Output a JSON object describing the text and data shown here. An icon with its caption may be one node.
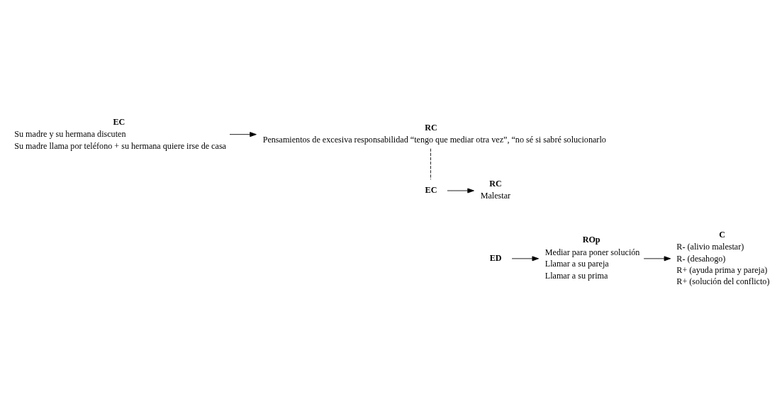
{
  "diagram": {
    "nodes": [
      {
        "text": [
          "EC",
          "Su madre y su hermana discuten",
          "Su madre llama por teléfono + su hermana quiere irse de casa"
        ]
      },
      {
        "text": [
          "RC",
          "Pensamientos de excesiva responsabilidad “tengo que mediar otra vez”, “no sé si sabré solucionarlo"
        ]
      },
      {
        "text": [
          "EC"
        ]
      },
      {
        "text": [
          "RC",
          "Malestar"
        ]
      },
      {
        "text": [
          "ED"
        ]
      },
      {
        "text": [
          "ROp",
          "Mediar para poner solución",
          "Llamar a su pareja",
          "Llamar a su prima"
        ]
      },
      {
        "text": [
          "C",
          "R- (alivio malestar)",
          "R- (desahogo)",
          "R+ (ayuda prima y pareja)",
          "R+ (solución del conflicto)"
        ]
      }
    ],
    "edges": [
      {
        "from": 0,
        "to": 1,
        "arrow": "to"
      },
      {
        "from": 1,
        "to": 2,
        "arrow": "none",
        "style": "dashed"
      },
      {
        "from": 2,
        "to": 3,
        "arrow": "to"
      },
      {
        "from": 4,
        "to": 5,
        "arrow": "to"
      },
      {
        "from": 5,
        "to": 6,
        "arrow": "to"
      }
    ]
  }
}
